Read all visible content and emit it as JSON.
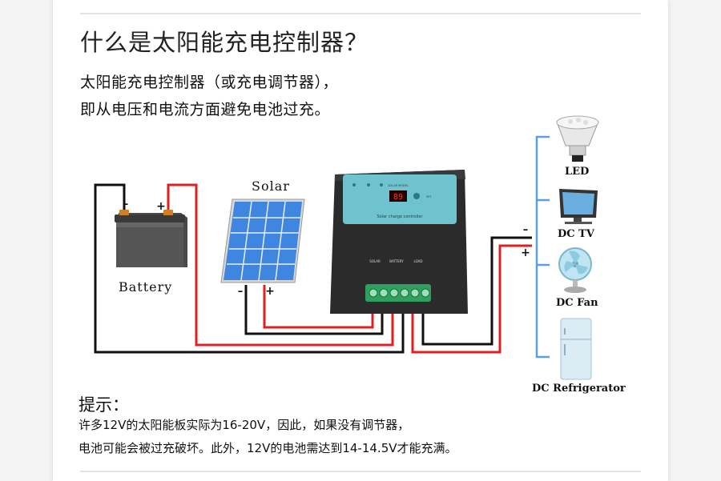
{
  "title": "什么是太阳能充电控制器？",
  "intro": {
    "line1": "太阳能充电控制器（或充电调节器），",
    "line2": "即从电压和电流方面避免电池过充。"
  },
  "diagram": {
    "battery_label": "Battery",
    "solar_label": "Solar",
    "minus": "–",
    "plus": "+",
    "controller": {
      "display_value": "89",
      "screen_caption": "Solar charge controller",
      "terminal_labels": [
        "SOLAR",
        "BATTERY",
        "LOAD"
      ],
      "brand_text": "SOLAR MODEL",
      "indicator_text": "SET"
    },
    "loads": [
      "LED",
      "DC TV",
      "DC Fan",
      "DC Refrigerator"
    ]
  },
  "tips": {
    "heading": "提示：",
    "line1": "许多12V的太阳能板实际为16-20V，因此，如果没有调节器，",
    "line2": "电池可能会被过充破坏。此外，12V的电池需达到14-14.5V才能充满。"
  },
  "colors": {
    "wire_red": "#e02020",
    "wire_black": "#111111",
    "bracket_blue": "#5aa0e0",
    "controller_body": "#2b2b2b",
    "controller_face": "#6fc3cf",
    "solar_cell": "#3f86e0"
  },
  "icons": [
    "battery-icon",
    "solar-panel-icon",
    "charge-controller-icon",
    "led-bulb-icon",
    "tv-icon",
    "fan-icon",
    "refrigerator-icon"
  ]
}
